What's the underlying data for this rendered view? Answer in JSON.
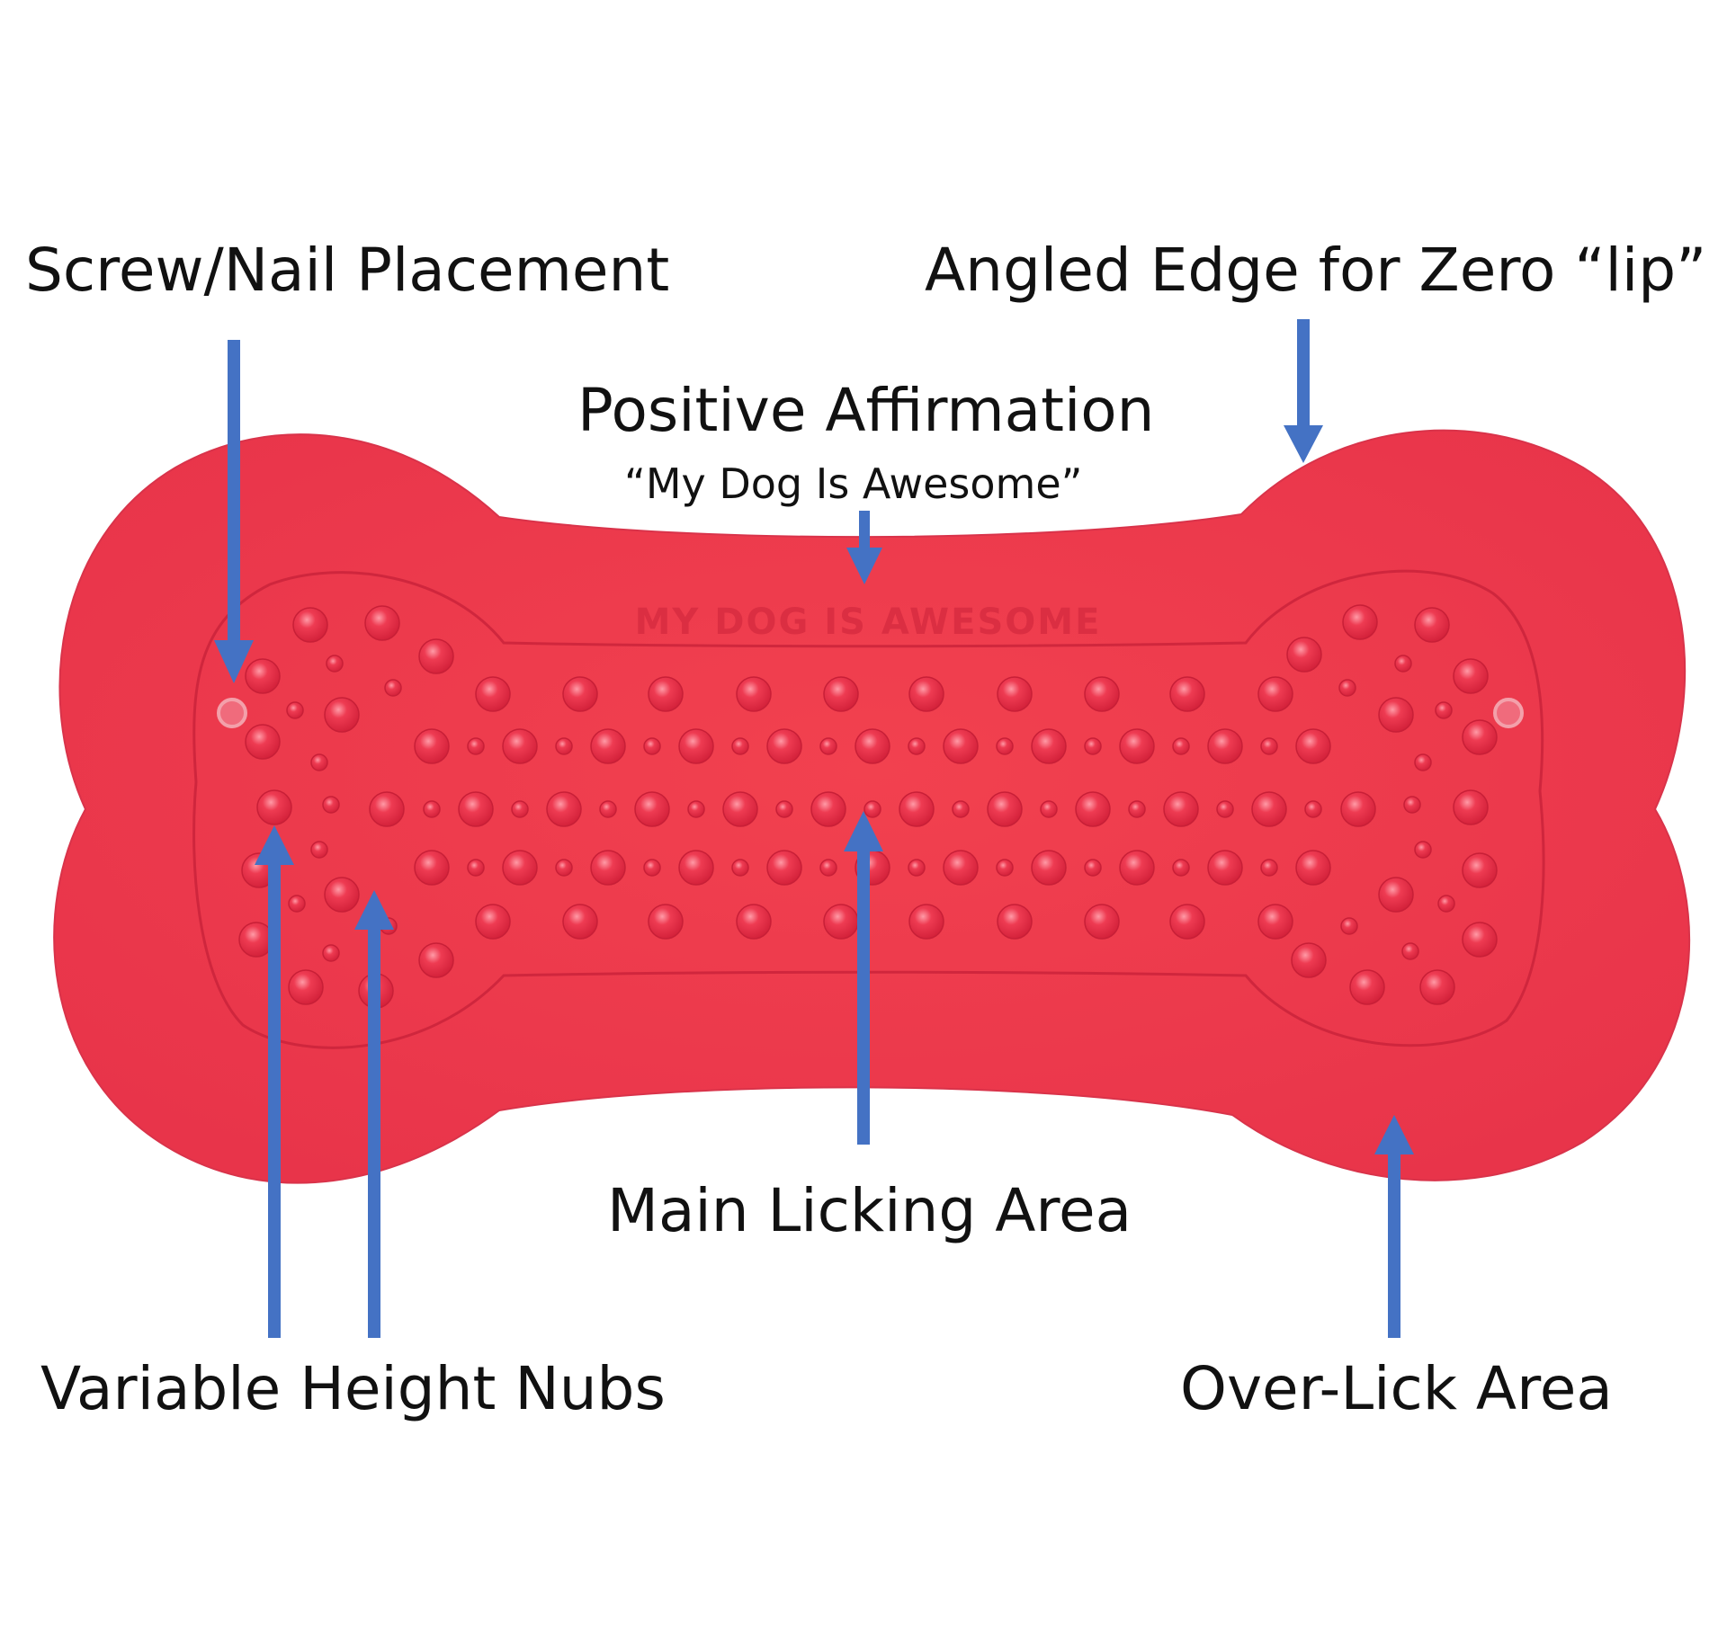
{
  "labels": {
    "screw_nail": "Screw/Nail Placement",
    "angled_edge": "Angled Edge for Zero “lip”",
    "positive_affirmation": "Positive Affirmation",
    "affirmation_quote": "“My Dog Is Awesome”",
    "main_licking": "Main Licking Area",
    "variable_nubs": "Variable Height Nubs",
    "over_lick": "Over-Lick Area"
  },
  "embossed_text": "MY DOG IS AWESOME",
  "colors": {
    "mat_fill": "#ef3a4f",
    "mat_shadow": "#d42a3f",
    "mat_highlight": "#f85a6c",
    "inner_outline": "#c8223a",
    "nub_fill": "#e32a42",
    "nub_highlight": "#ffb3bd",
    "arrow": "#4472c4",
    "text": "#111111",
    "screw_hole": "#f3a0aa"
  },
  "icons": {
    "arrow": "arrow-icon",
    "mat": "bone-shaped-lick-mat"
  }
}
